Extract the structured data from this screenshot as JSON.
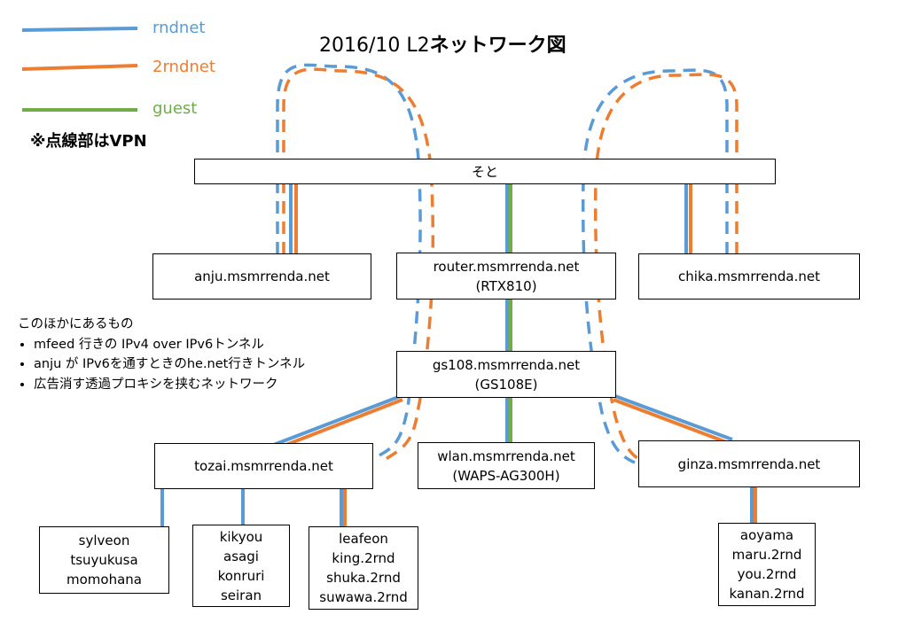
{
  "title_prefix": "2016/10 L2",
  "title_suffix": "ネットワーク図",
  "legend": [
    {
      "name": "rndnet",
      "color": "#5b9bd5"
    },
    {
      "name": "2rndnet",
      "color": "#ed7d31"
    },
    {
      "name": "guest",
      "color": "#70ad47"
    }
  ],
  "note": "※点線部はVPN",
  "nodes": {
    "soto": {
      "lines": [
        "そと"
      ]
    },
    "anju": {
      "lines": [
        "anju.msmrrenda.net"
      ]
    },
    "router": {
      "lines": [
        "router.msmrrenda.net",
        "(RTX810)"
      ]
    },
    "chika": {
      "lines": [
        "chika.msmrrenda.net"
      ]
    },
    "gs108": {
      "lines": [
        "gs108.msmrrenda.net",
        "(GS108E)"
      ]
    },
    "tozai": {
      "lines": [
        "tozai.msmrrenda.net"
      ]
    },
    "wlan": {
      "lines": [
        "wlan.msmrrenda.net",
        "(WAPS-AG300H)"
      ]
    },
    "ginza": {
      "lines": [
        "ginza.msmrrenda.net"
      ]
    },
    "group1": {
      "lines": [
        "sylveon",
        "tsuyukusa",
        "momohana"
      ]
    },
    "group2": {
      "lines": [
        "kikyou",
        "asagi",
        "konruri",
        "seiran"
      ]
    },
    "group3": {
      "lines": [
        "leafeon",
        "king.2rnd",
        "shuka.2rnd",
        "suwawa.2rnd"
      ]
    },
    "group4": {
      "lines": [
        "aoyama",
        "maru.2rnd",
        "you.2rnd",
        "kanan.2rnd"
      ]
    }
  },
  "others": {
    "heading": "このほかにあるもの",
    "items": [
      "mfeed 行きの IPv4 over IPv6トンネル",
      "anju が IPv6を通すときのhe.net行きトンネル",
      "広告消す透過プロキシを挟むネットワーク"
    ]
  }
}
